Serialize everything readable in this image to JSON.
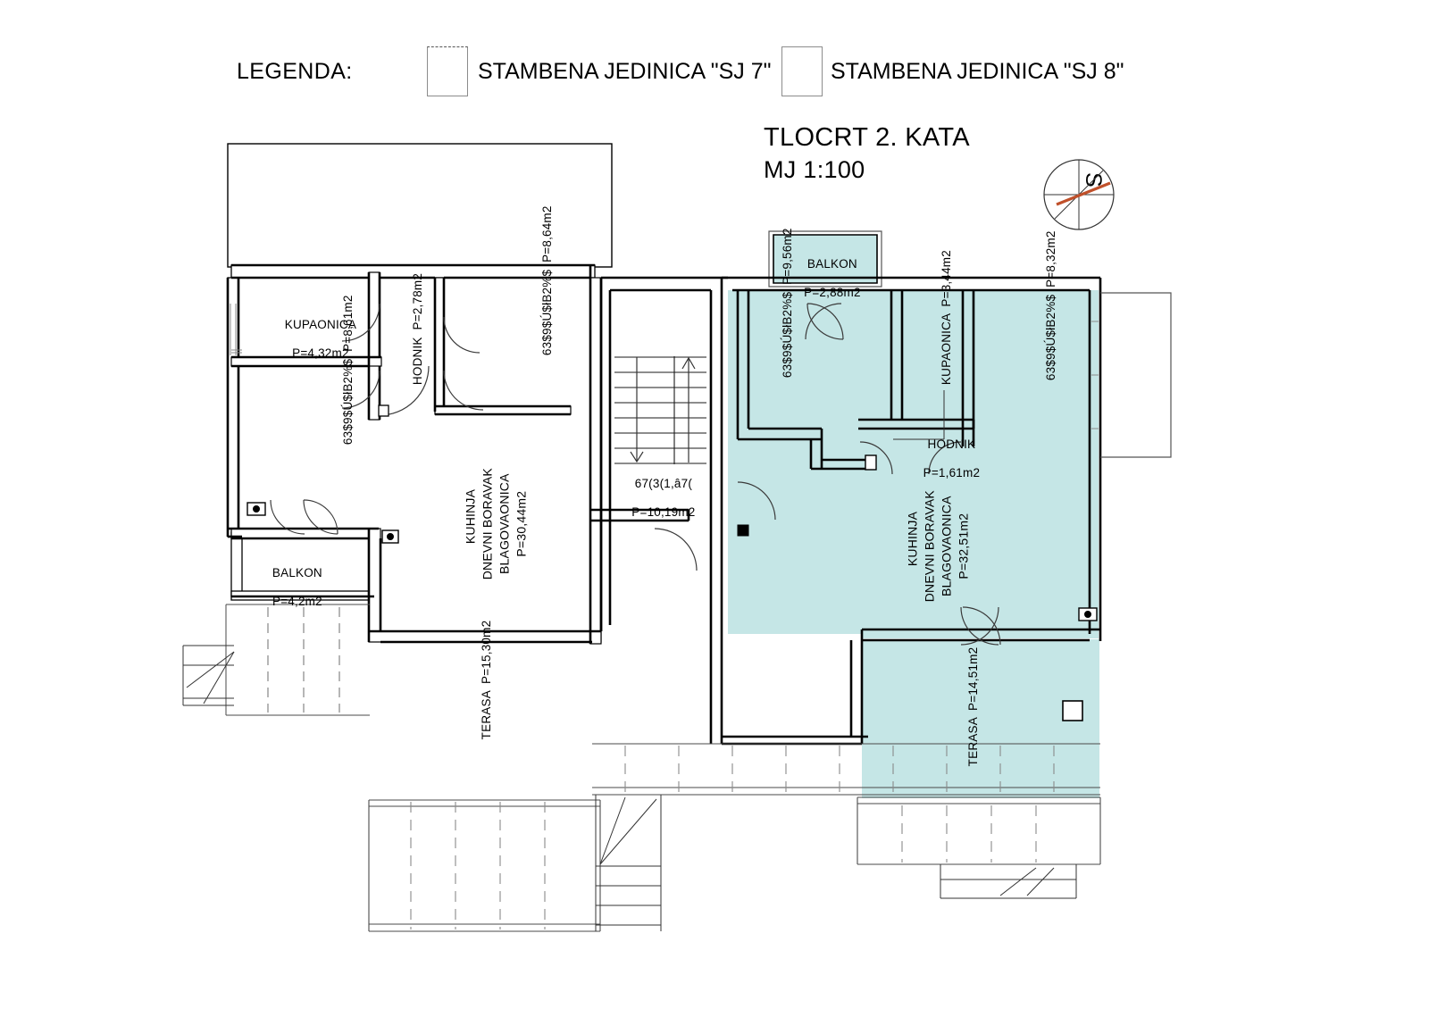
{
  "legend": {
    "title": "LEGENDA:",
    "items": [
      {
        "label": "STAMBENA JEDINICA  \"SJ 7\"",
        "swatch_color": "#ffffff"
      },
      {
        "label": "STAMBENA JEDINICA  \"SJ 8\"",
        "swatch_color": "#ffffff"
      }
    ]
  },
  "title_block": {
    "drawing_title": "TLOCRT 2. KATA",
    "scale": "MJ 1:100"
  },
  "north_arrow": {
    "letter": "S",
    "needle_color": "#c0502a"
  },
  "colors": {
    "unit_sj8_fill": "#c5e6e6",
    "wall": "#000000",
    "thin_line": "#555555",
    "hatch": "#8a8a8a"
  },
  "rooms": [
    {
      "id": "kupaonica-left",
      "name": "KUPAONICA",
      "area": "P=4,32m2",
      "rotated": false,
      "unit": "SJ 7"
    },
    {
      "id": "hodnik-left",
      "name": "HODNIK",
      "area": "P=2,78m2",
      "rotated": true,
      "unit": "SJ 7"
    },
    {
      "id": "soba-left-upper",
      "name": "63$9$Ú$łB2%$",
      "area": "P=8,64m2",
      "rotated": true,
      "unit": "SJ 7"
    },
    {
      "id": "soba-left-lower",
      "name": "63$9$Ú$łB2%$",
      "area": "P=8,61m2",
      "rotated": true,
      "unit": "SJ 7"
    },
    {
      "id": "kuhinja-left",
      "name": "KUHINJA\nDNEVNI BORAVAK\nBLAGOVAONICA",
      "area": "P=30,44m2",
      "rotated": true,
      "unit": "SJ 7"
    },
    {
      "id": "balkon-left",
      "name": "BALKON",
      "area": "P=4,2m2",
      "rotated": false,
      "unit": "SJ 7"
    },
    {
      "id": "terasa-left",
      "name": "TERASA",
      "area": "P=15,30m2",
      "rotated": true,
      "unit": "SJ 7"
    },
    {
      "id": "stubiste",
      "name": "67(3(1,â7(",
      "area": "P=10,19m2",
      "rotated": false,
      "unit": "common"
    },
    {
      "id": "balkon-right",
      "name": "BALKON",
      "area": "P=2,88m2",
      "rotated": false,
      "unit": "SJ 8"
    },
    {
      "id": "soba-right-left",
      "name": "63$9$Ú$łB2%$",
      "area": "P=9,56m2",
      "rotated": true,
      "unit": "SJ 8"
    },
    {
      "id": "kupaonica-right",
      "name": "KUPAONICA",
      "area": "P=3,44m2",
      "rotated": true,
      "unit": "SJ 8"
    },
    {
      "id": "soba-right-far",
      "name": "63$9$Ú$łB2%$",
      "area": "P=8,32m2",
      "rotated": true,
      "unit": "SJ 8"
    },
    {
      "id": "hodnik-right",
      "name": "HODNIK",
      "area": "P=1,61m2",
      "rotated": false,
      "unit": "SJ 8"
    },
    {
      "id": "kuhinja-right",
      "name": "KUHINJA\nDNEVNI BORAVAK\nBLAGOVAONICA",
      "area": "P=32,51m2",
      "rotated": true,
      "unit": "SJ 8"
    },
    {
      "id": "terasa-right",
      "name": "TERASA",
      "area": "P=14,51m2",
      "rotated": true,
      "unit": "SJ 8"
    }
  ]
}
